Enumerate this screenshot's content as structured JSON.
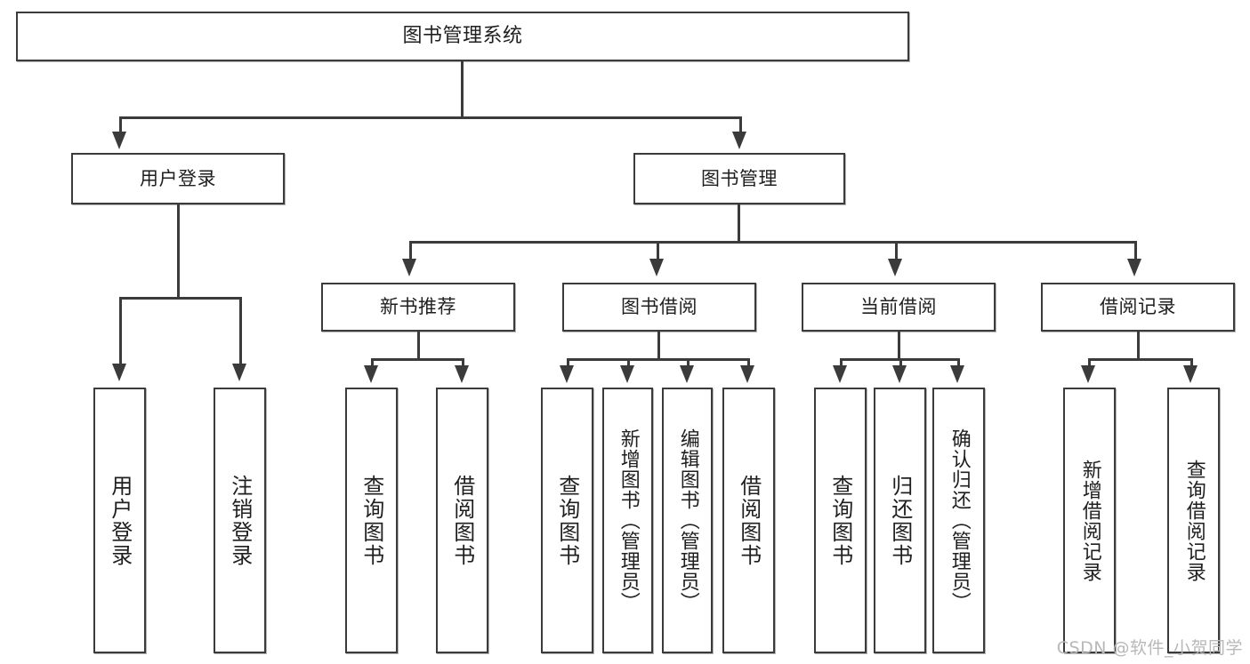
{
  "diagram": {
    "title": "图书管理系统",
    "type": "tree-hierarchy-chart",
    "watermark": "CSDN @软件_小贺同学",
    "colors": {
      "background": "#ffffff",
      "box_border": "#3b3b3b",
      "box_fill": "#ffffff",
      "connector": "#3b3b3b",
      "text": "#1f1f1f",
      "watermark": "#b8b8b8"
    }
  },
  "nodes": {
    "root": {
      "label": "图书管理系统"
    },
    "level2": [
      {
        "label": "用户登录"
      },
      {
        "label": "图书管理"
      }
    ],
    "level3": [
      {
        "label": "新书推荐"
      },
      {
        "label": "图书借阅"
      },
      {
        "label": "当前借阅"
      },
      {
        "label": "借阅记录"
      }
    ],
    "leaves": {
      "user_login": [
        {
          "label": "用户登录"
        },
        {
          "label": "注销登录"
        }
      ],
      "new_book_recommend": [
        {
          "label": "查询图书"
        },
        {
          "label": "借阅图书"
        }
      ],
      "book_borrow": [
        {
          "label": "查询图书"
        },
        {
          "label": "新增图书（管理员）"
        },
        {
          "label": "编辑图书（管理员）"
        },
        {
          "label": "借阅图书"
        }
      ],
      "current_borrow": [
        {
          "label": "查询图书"
        },
        {
          "label": "归还图书"
        },
        {
          "label": "确认归还（管理员）"
        }
      ],
      "borrow_record": [
        {
          "label": "新增借阅记录"
        },
        {
          "label": "查询借阅记录"
        }
      ]
    }
  }
}
